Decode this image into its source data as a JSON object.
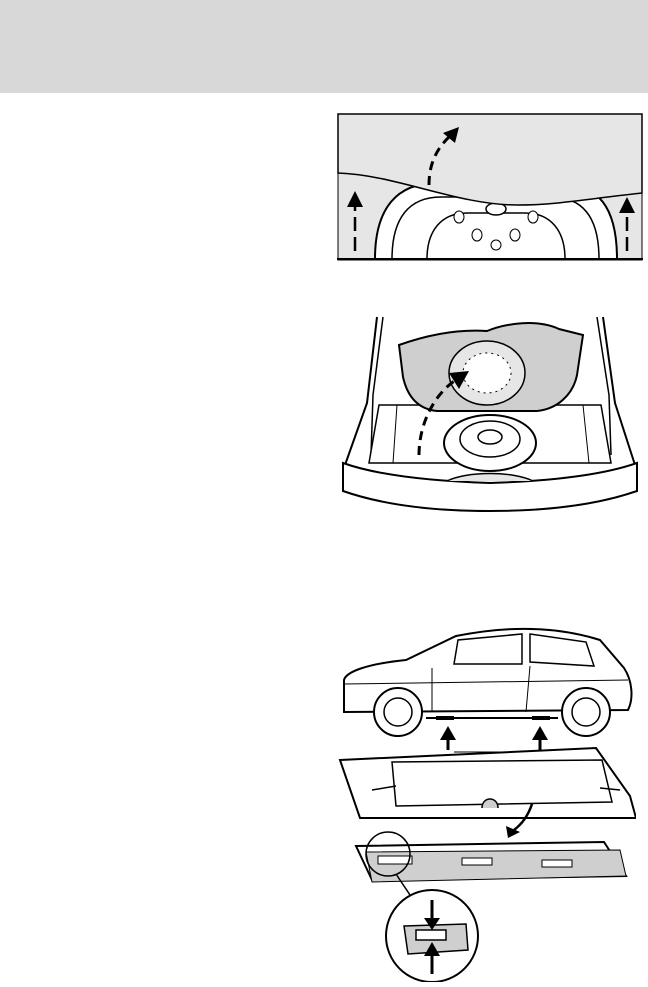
{
  "page": {
    "header_band_color": "#d8d8d8",
    "figures": [
      {
        "name": "spare-wheel-cover-lift",
        "icon": "lift-cover-arrows"
      },
      {
        "name": "trunk-floor-panel-open",
        "icon": "luggage-compartment"
      },
      {
        "name": "side-sill-trim-removal",
        "icon": "car-side-with-trim-detail"
      }
    ]
  }
}
